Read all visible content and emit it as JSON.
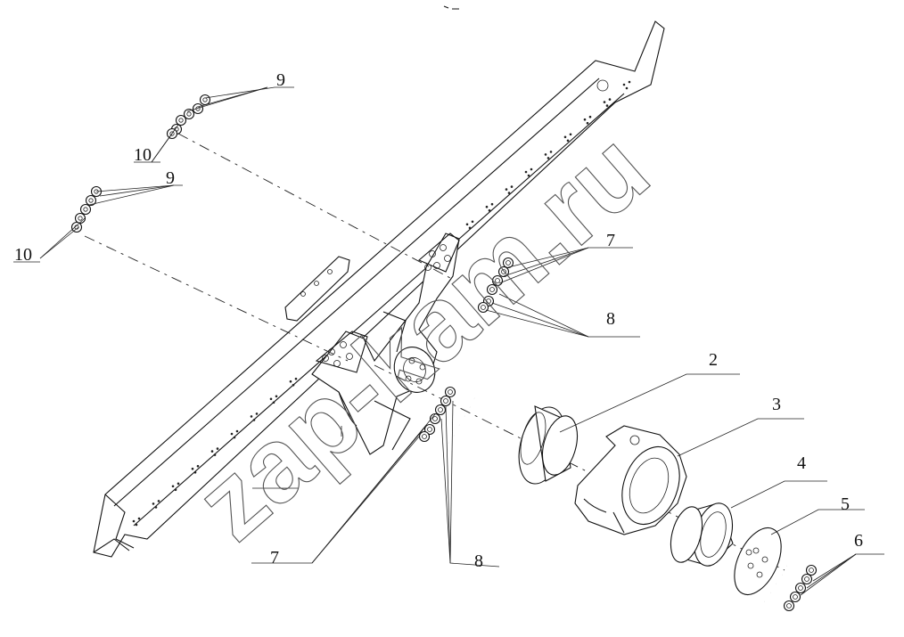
{
  "watermark": "zap-kam.ru",
  "callouts": [
    {
      "id": "c9a",
      "text": "9"
    },
    {
      "id": "c10a",
      "text": "10"
    },
    {
      "id": "c9b",
      "text": "9"
    },
    {
      "id": "c10b",
      "text": "10"
    },
    {
      "id": "c7a",
      "text": "7"
    },
    {
      "id": "c8a",
      "text": "8"
    },
    {
      "id": "c2",
      "text": "2"
    },
    {
      "id": "c3",
      "text": "3"
    },
    {
      "id": "c4",
      "text": "4"
    },
    {
      "id": "c5",
      "text": "5"
    },
    {
      "id": "c6",
      "text": "6"
    },
    {
      "id": "c7b",
      "text": "7"
    },
    {
      "id": "c8b",
      "text": "8"
    }
  ]
}
